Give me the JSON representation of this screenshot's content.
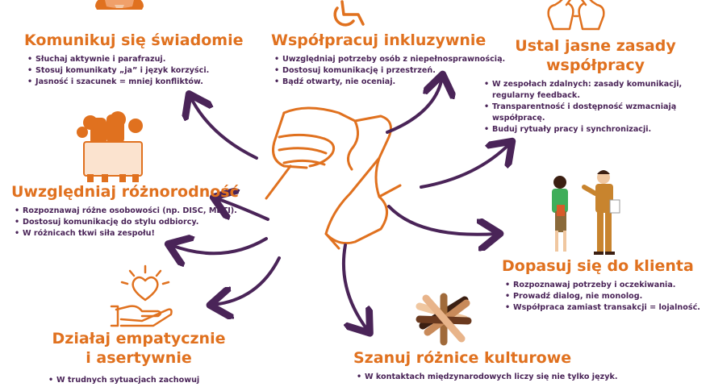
{
  "colors": {
    "orange": "#e0711f",
    "purple": "#4a2458",
    "skin_dark": "#3b1f12",
    "skin_light": "#f0c7a0"
  },
  "sections": {
    "komunikuj": {
      "title": "Komunikuj się świadomie",
      "bullets": [
        "Słuchaj aktywnie i parafrazuj.",
        "Stosuj komunikaty „ja” i język korzyści.",
        "Jasność i szacunek = mniej konfliktów."
      ]
    },
    "wspolpracuj": {
      "title": "Współpracuj inkluzywnie",
      "bullets": [
        "Uwzględniaj potrzeby osób z niepełnosprawnością.",
        "Dostosuj komunikację i przestrzeń.",
        "Bądź otwarty, nie oceniaj."
      ]
    },
    "zasady": {
      "title_line1": "Ustal jasne zasady",
      "title_line2": "współpracy",
      "bullets": [
        "W zespołach zdalnych: zasady komunikacji, regularny feedback.",
        "Transparentność i dostępność wzmacniają współpracę.",
        "Buduj rytuały pracy i synchronizacji."
      ]
    },
    "roznorodnosc": {
      "title": "Uwzględniaj różnorodność",
      "bullets": [
        "Rozpoznawaj różne osobowości (np. DISC, MBTI).",
        "Dostosuj komunikację do stylu odbiorcy.",
        "W różnicach tkwi siła zespołu!"
      ]
    },
    "klient": {
      "title": "Dopasuj się do klienta",
      "bullets": [
        "Rozpoznawaj potrzeby i oczekiwania.",
        "Prowadź dialog, nie monolog.",
        "Współpraca zamiast transakcji = lojalność."
      ]
    },
    "empatia": {
      "title_line1": "Działaj empatycznie",
      "title_line2": "i asertywnie",
      "bullets": [
        "W trudnych sytuacjach zachowuj spokój."
      ]
    },
    "kultura": {
      "title": "Szanuj różnice kulturowe",
      "bullets": [
        "W kontaktach międzynarodowych liczy się nie tylko język."
      ]
    }
  },
  "icons": {
    "top_left": "person-illustration",
    "top_center": "wheelchair-icon",
    "top_right": "high-five-hands-icon",
    "left": "diverse-group-with-banner-illustration",
    "right": "business-meeting-illustration",
    "bottom_left": "heart-in-hand-icon",
    "bottom_center": "stacked-diverse-hands-illustration",
    "center": "handshake-arm-wrestle-icon"
  }
}
